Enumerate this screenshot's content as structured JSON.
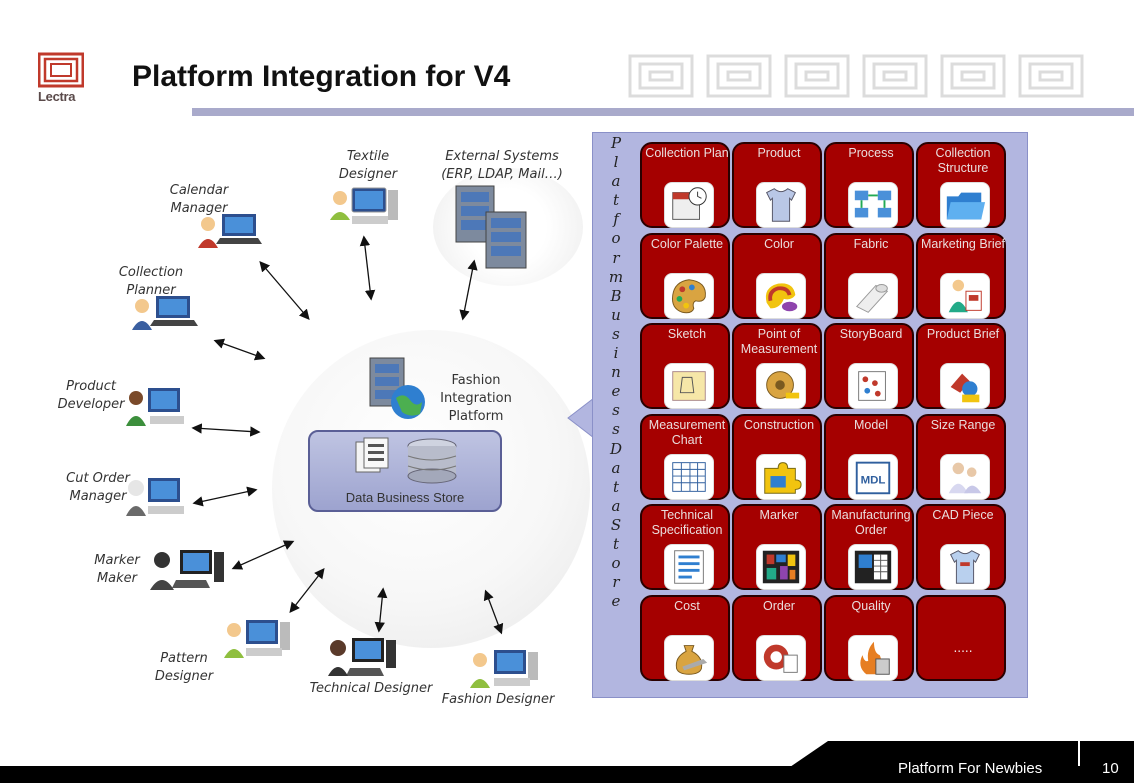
{
  "header": {
    "logo_text": "Lectra",
    "title": "Platform Integration for V4"
  },
  "actors": {
    "textile_designer": "Textile Designer",
    "external_systems": "External Systems (ERP, LDAP, Mail…)",
    "calendar_manager": "Calendar Manager",
    "collection_planner": "Collection Planner",
    "product_developer": "Product Developer",
    "cut_order_manager": "Cut Order Manager",
    "marker_maker": "Marker Maker",
    "pattern_designer": "Pattern Designer",
    "technical_designer": "Technical Designer",
    "fashion_designer": "Fashion Designer"
  },
  "hub": {
    "fip_label": "Fashion Integration Platform",
    "dbs_label": "Data Business Store"
  },
  "platform": {
    "vertical_label": "PlatformBusinessDataStore",
    "tiles": [
      {
        "label": "Collection Plan",
        "icon": "calendar-clock-icon"
      },
      {
        "label": "Product",
        "icon": "shirt-icon"
      },
      {
        "label": "Process",
        "icon": "process-flow-icon"
      },
      {
        "label": "Collection Structure",
        "icon": "folder-icon"
      },
      {
        "label": "Color Palette",
        "icon": "palette-icon"
      },
      {
        "label": "Color",
        "icon": "color-swatch-icon"
      },
      {
        "label": "Fabric",
        "icon": "fabric-roll-icon"
      },
      {
        "label": "Marketing Brief",
        "icon": "marketing-brief-icon"
      },
      {
        "label": "Sketch",
        "icon": "sketch-icon"
      },
      {
        "label": "Point of Measurement",
        "icon": "tape-measure-icon"
      },
      {
        "label": "StoryBoard",
        "icon": "storyboard-icon"
      },
      {
        "label": "Product Brief",
        "icon": "product-brief-icon"
      },
      {
        "label": "Measurement Chart",
        "icon": "measurement-grid-icon"
      },
      {
        "label": "Construction",
        "icon": "puzzle-icon"
      },
      {
        "label": "Model",
        "icon": "mdl-file-icon"
      },
      {
        "label": "Size Range",
        "icon": "size-range-icon"
      },
      {
        "label": "Technical Specification",
        "icon": "spec-sheet-icon"
      },
      {
        "label": "Marker",
        "icon": "marker-layout-icon"
      },
      {
        "label": "Manufacturing Order",
        "icon": "order-sheet-icon"
      },
      {
        "label": "CAD Piece",
        "icon": "cad-piece-icon"
      },
      {
        "label": "Cost",
        "icon": "money-bag-icon"
      },
      {
        "label": "Order",
        "icon": "order-icon"
      },
      {
        "label": "Quality",
        "icon": "quality-icon"
      },
      {
        "label": "",
        "icon": "",
        "more": "....."
      }
    ]
  },
  "footer": {
    "text": "Platform For Newbies",
    "page": "10"
  }
}
